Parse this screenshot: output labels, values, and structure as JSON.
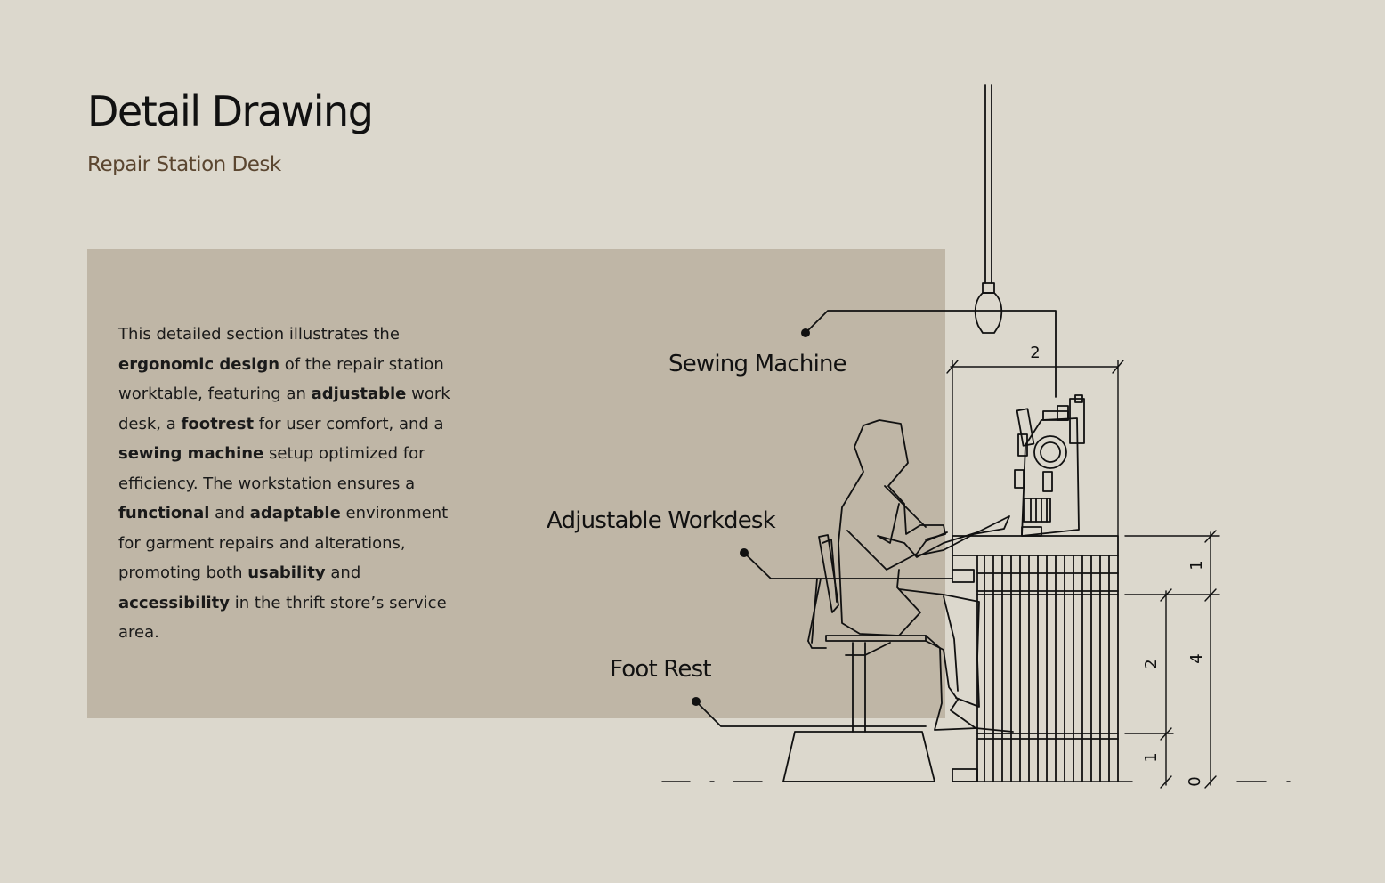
{
  "header": {
    "title": "Detail Drawing",
    "subtitle": "Repair Station Desk"
  },
  "description": [
    {
      "text": "This detailed section illustrates the ",
      "bold": false
    },
    {
      "text": "ergonomic design",
      "bold": true
    },
    {
      "text": " of the repair station worktable, featuring an ",
      "bold": false
    },
    {
      "text": "adjustable",
      "bold": true
    },
    {
      "text": " work desk, a ",
      "bold": false
    },
    {
      "text": "footrest",
      "bold": true
    },
    {
      "text": " for user comfort, and a ",
      "bold": false
    },
    {
      "text": "sewing machine",
      "bold": true
    },
    {
      "text": " setup optimized for efficiency. The workstation ensures a ",
      "bold": false
    },
    {
      "text": "functional",
      "bold": true
    },
    {
      "text": " and ",
      "bold": false
    },
    {
      "text": "adaptable",
      "bold": true
    },
    {
      "text": " environment for garment repairs and alterations, promoting both ",
      "bold": false
    },
    {
      "text": "usability",
      "bold": true
    },
    {
      "text": " and ",
      "bold": false
    },
    {
      "text": "accessibility",
      "bold": true
    },
    {
      "text": " in the thrift store’s service area.",
      "bold": false
    }
  ],
  "callouts": {
    "sewing_machine": "Sewing Machine",
    "adjustable_workdesk": "Adjustable Workdesk",
    "foot_rest": "Foot Rest"
  },
  "dimensions": {
    "machine_width": "2",
    "desk_top": "1",
    "desk_total": "4",
    "desk_mid": "2",
    "base": "1",
    "zero": "0"
  },
  "colors": {
    "background": "#dcd8cd",
    "panel": "#bfb6a6",
    "subtitle": "#5b4630",
    "ink": "#111111"
  }
}
